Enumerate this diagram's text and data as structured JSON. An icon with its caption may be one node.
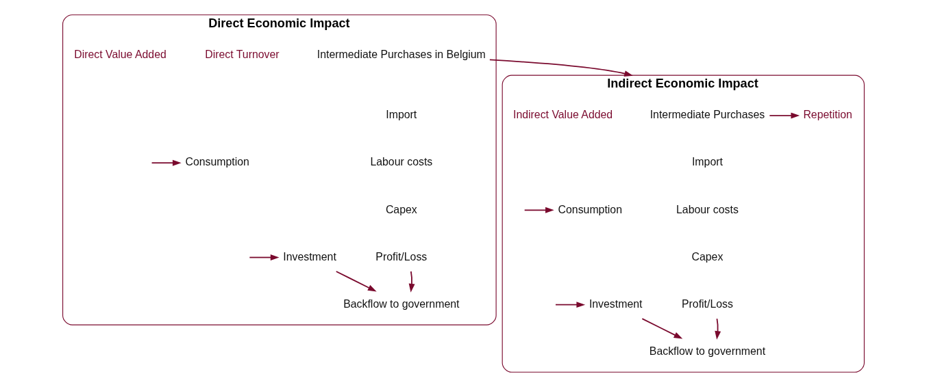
{
  "diagram": {
    "nodes": [
      {
        "text": [
          "Direct Economic Impact"
        ]
      },
      {
        "text": [
          "Intermediate Purchases in Belgium"
        ],
        "in": 0
      },
      {
        "text": [
          "Import"
        ],
        "in": 0
      },
      {
        "text": [
          "Labour costs"
        ],
        "in": 0
      },
      {
        "text": [
          "Capex"
        ],
        "in": 0
      },
      {
        "text": [
          "Profit/Loss"
        ],
        "in": 0
      },
      {
        "text": [
          "Consumption"
        ],
        "in": 0
      },
      {
        "text": [
          "Investment"
        ],
        "in": 0
      },
      {
        "text": [
          "Backflow to government"
        ],
        "in": 0
      },
      {
        "text": [
          "Indirect Economic Impact"
        ]
      },
      {
        "text": [
          "Intermediate Purchases"
        ],
        "in": 9
      },
      {
        "text": [
          "Import"
        ],
        "in": 9
      },
      {
        "text": [
          "Labour costs"
        ],
        "in": 9
      },
      {
        "text": [
          "Capex"
        ],
        "in": 9
      },
      {
        "text": [
          "Profit/Loss"
        ],
        "in": 9
      },
      {
        "text": [
          "Repetition"
        ],
        "in": 9
      },
      {
        "text": [
          "Consumption"
        ],
        "in": 9
      },
      {
        "text": [
          "Investment"
        ],
        "in": 9
      },
      {
        "text": [
          "Backflow to government"
        ],
        "in": 9
      }
    ],
    "edges": [
      {
        "from": 1,
        "to": 9,
        "arrow": "to"
      },
      {
        "from": null,
        "to": 6,
        "arrow": "to"
      },
      {
        "from": null,
        "to": 7,
        "arrow": "to"
      },
      {
        "from": 5,
        "to": 8,
        "arrow": "to"
      },
      {
        "from": 7,
        "to": 8,
        "arrow": "to"
      },
      {
        "from": 10,
        "to": 15,
        "arrow": "to"
      },
      {
        "from": null,
        "to": 16,
        "arrow": "to"
      },
      {
        "from": null,
        "to": 17,
        "arrow": "to"
      },
      {
        "from": 14,
        "to": 18,
        "arrow": "to"
      },
      {
        "from": 17,
        "to": 18,
        "arrow": "to"
      }
    ],
    "labels": [
      "Direct Turnover",
      "Direct Value Added",
      "Indirect Value Added"
    ]
  }
}
